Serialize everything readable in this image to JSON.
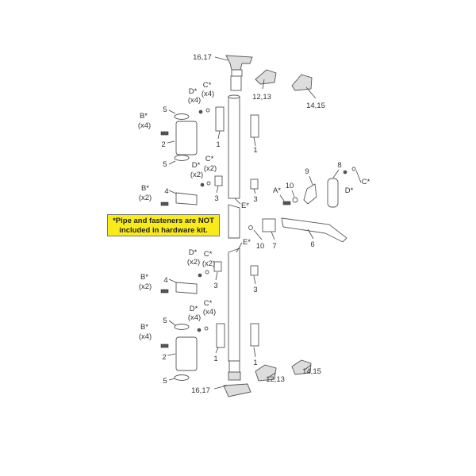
{
  "note": {
    "line1": "*Pipe and fasteners are NOT",
    "line2": "included in hardware kit."
  },
  "labels": {
    "top_handle": "16,17",
    "top_keeper_a": "12,13",
    "top_keeper_b": "14,15",
    "c1": "C*",
    "c1q": "(x4)",
    "d1": "D*",
    "d1q": "(x4)",
    "five1": "5",
    "b1": "B*",
    "b1q": "(x4)",
    "two1": "2",
    "one1": "1",
    "one2": "1",
    "five2": "5",
    "c2": "C*",
    "c2q": "(x2)",
    "d2": "D*",
    "d2q": "(x2)",
    "b2": "B*",
    "b2q": "(x2)",
    "four1": "4",
    "three1": "3",
    "three2": "3",
    "e1": "E*",
    "a": "A*",
    "ten1": "10",
    "nine": "9",
    "eight": "8",
    "d3": "D*",
    "c3": "C*",
    "ten2": "10",
    "seven": "7",
    "six": "6",
    "e2": "E*",
    "c4": "C*",
    "c4q": "(x2)",
    "d4": "D*",
    "d4q": "(x2)",
    "b3": "B*",
    "b3q": "(x2)",
    "four2": "4",
    "three3": "3",
    "three4": "3",
    "c5": "C*",
    "c5q": "(x4)",
    "d5": "D*",
    "d5q": "(x4)",
    "five3": "5",
    "b4": "B*",
    "b4q": "(x4)",
    "two2": "2",
    "one3": "1",
    "one4": "1",
    "bot_keeper_a": "12,13",
    "bot_keeper_b": "14,15",
    "five4": "5",
    "bot_handle": "16,17"
  }
}
